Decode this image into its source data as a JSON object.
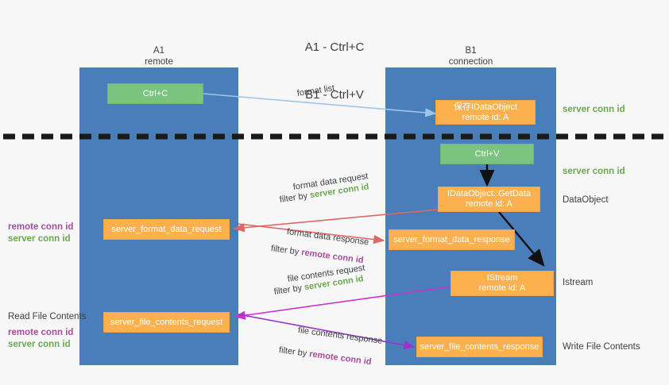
{
  "title": {
    "line1": "A1 - Ctrl+C",
    "line2": "B1 - Ctrl+V"
  },
  "columns": [
    {
      "name": "A1",
      "subtitle": "remote"
    },
    {
      "name": "B1",
      "subtitle": "connection"
    }
  ],
  "colors": {
    "lane": "#4a7ebb",
    "green_box": "#7bc47f",
    "orange_box": "#fcb04e",
    "server_conn_id": "#6aa84f",
    "remote_conn_id": "#a64d9a",
    "arrow_blue": "#9fc5e8",
    "arrow_red": "#e06666",
    "arrow_magenta": "#cc33cc",
    "arrow_purple": "#9933cc",
    "arrow_black": "#000000",
    "text": "#3c4043"
  },
  "boxes": {
    "ctrl_c": {
      "line1": "Ctrl+C",
      "line2": ""
    },
    "save_idataobject": {
      "line1": "保存IDataObject",
      "line2": "remote id: A"
    },
    "ctrl_v": {
      "line1": "Ctrl+V",
      "line2": ""
    },
    "getdata": {
      "line1": "IDataObject::GetData",
      "line2": "remote id: A"
    },
    "format_data_request": {
      "line1": "server_format_data_request",
      "line2": ""
    },
    "format_data_response": {
      "line1": "server_format_data_response",
      "line2": ""
    },
    "istream": {
      "line1": "IStream",
      "line2": "remote id: A"
    },
    "file_contents_request": {
      "line1": "server_file_contents_request",
      "line2": ""
    },
    "file_contents_response": {
      "line1": "server_file_contents_response",
      "line2": ""
    }
  },
  "right_labels": {
    "server_conn_id_1": "server conn id",
    "server_conn_id_2": "server conn id",
    "dataobject": "DataObject",
    "istream": "Istream",
    "write_file_contents": "Write File Contents"
  },
  "left_labels": {
    "remote_conn_id_1": "remote conn id",
    "server_conn_id_1": "server conn id",
    "read_file_contents": "Read File Contents",
    "remote_conn_id_2": "remote conn id",
    "server_conn_id_2": "server conn id"
  },
  "edge_labels": {
    "format_list": "format list",
    "format_data_request": "format data request",
    "format_data_request_filter_prefix": "filter by ",
    "format_data_request_filter_value": "server conn id",
    "format_data_response": "format data response",
    "format_data_response_filter_prefix": "filter by ",
    "format_data_response_filter_value": "remote conn id",
    "file_contents_request": "file contents request",
    "file_contents_request_filter_prefix": "filter by ",
    "file_contents_request_filter_value": "server conn id",
    "file_contents_response": "file contents response",
    "file_contents_response_filter_prefix": "filter by ",
    "file_contents_response_filter_value": "remote conn id"
  }
}
